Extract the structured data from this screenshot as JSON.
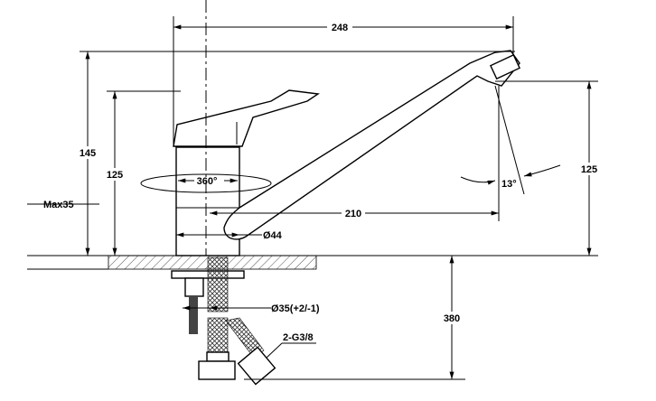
{
  "dimensions": {
    "spout_reach_total": "248",
    "total_height": "145",
    "handle_height": "125",
    "max_counter_thickness": "Max35",
    "rotation": "360°",
    "spout_reach": "210",
    "body_diameter": "Ø44",
    "spout_angle": "13°",
    "outlet_height": "125",
    "hole_diameter": "Ø35(+2/-1)",
    "hose_length": "380",
    "connection": "2-G3/8"
  }
}
